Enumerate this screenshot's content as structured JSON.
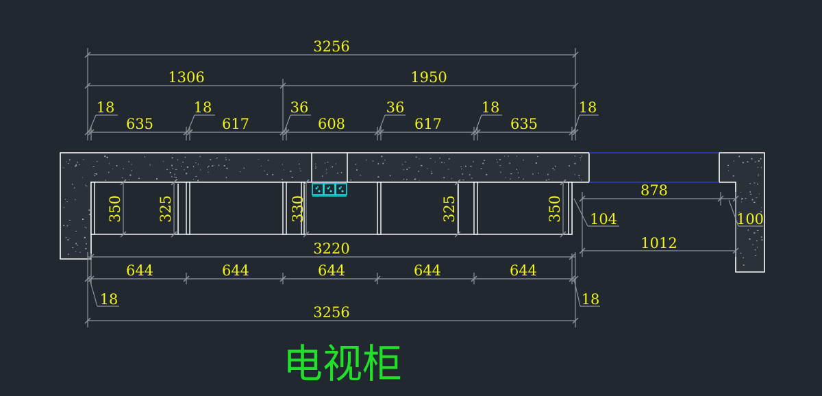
{
  "title": "电视柜",
  "dimensions": {
    "overall_top": "3256",
    "left_section": "1306",
    "right_section": "1950",
    "top_segments": [
      "18",
      "635",
      "18",
      "617",
      "36",
      "608",
      "36",
      "617",
      "18",
      "635",
      "18"
    ],
    "heights": [
      "350",
      "325",
      "330",
      "325",
      "350"
    ],
    "inner_width": "3220",
    "bottom_segments": [
      "644",
      "644",
      "644",
      "644",
      "644"
    ],
    "bottom_side_left": "18",
    "bottom_side_right": "18",
    "overall_bottom": "3256",
    "right_opening": "878",
    "right_gap": "104",
    "right_wall": "100",
    "right_total": "1012"
  },
  "colors": {
    "background": "#212830",
    "dimension_text": "#f2f21c",
    "dimension_line": "#8e959c",
    "outline": "#ffffff",
    "socket": "#19e6ef",
    "title": "#22e02a"
  },
  "icons": [
    "socket-icon"
  ]
}
